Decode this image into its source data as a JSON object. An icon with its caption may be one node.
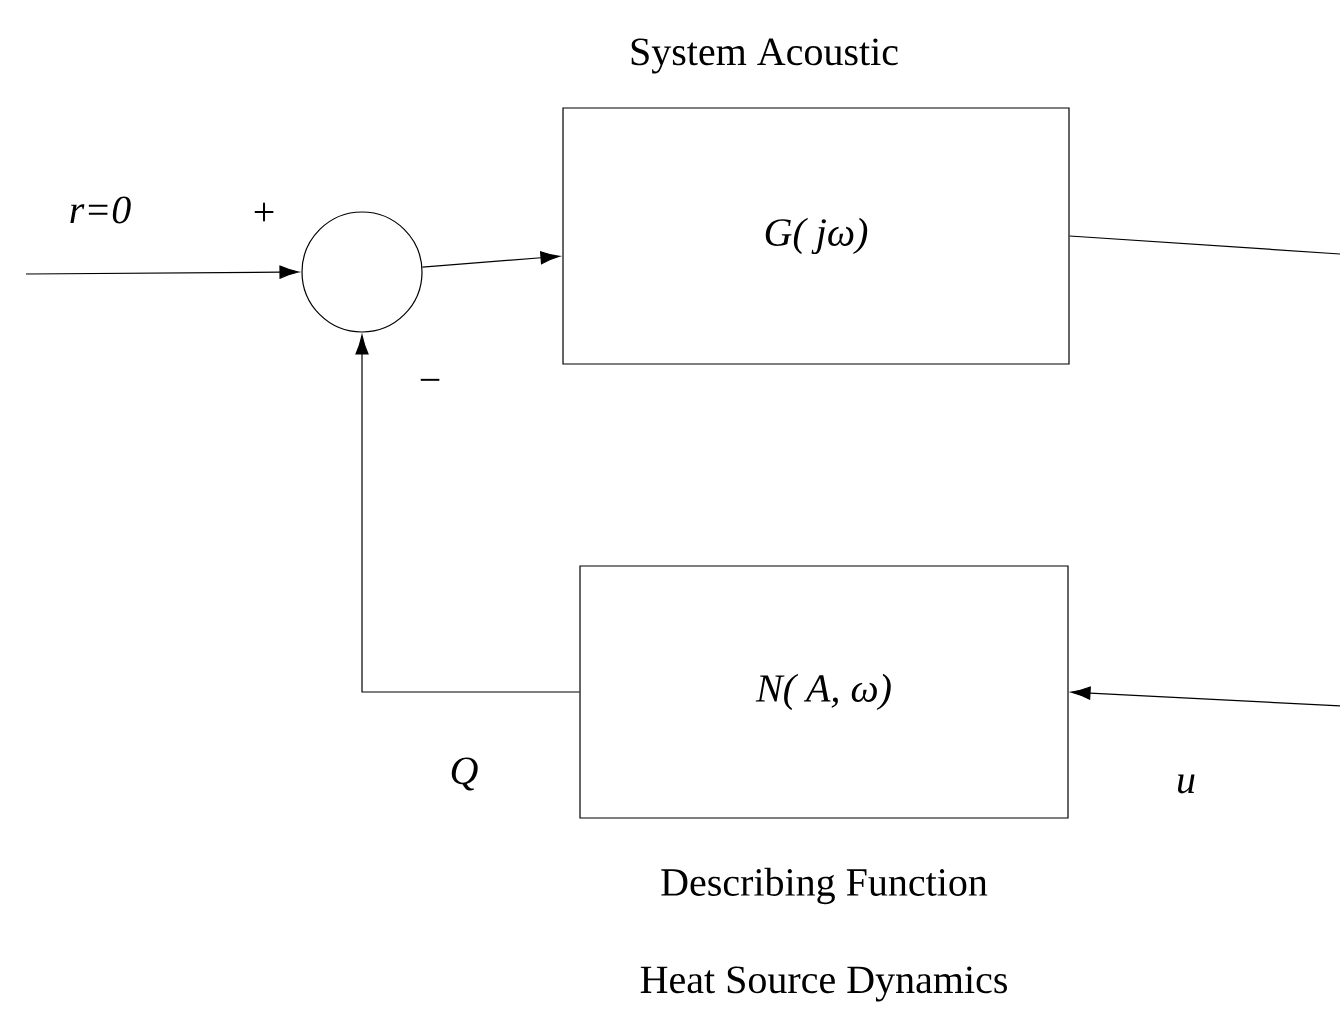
{
  "diagram": {
    "nodes": [
      {
        "text": [],
        "shape": "circle"
      },
      {
        "text": [
          "System Acoustic",
          "G( jω)"
        ]
      },
      {
        "text": [
          "N( A, ω)"
        ],
        "beside": [
          "Describing Function",
          "Heat Source Dynamics"
        ]
      }
    ],
    "edges": [
      {
        "from": null,
        "to": 0,
        "arrow": "to",
        "label": "r=0"
      },
      {
        "from": 0,
        "to": 1,
        "arrow": "to"
      },
      {
        "from": 1,
        "to": null,
        "arrow": "none"
      },
      {
        "from": null,
        "to": 2,
        "arrow": "to",
        "label": "u"
      },
      {
        "from": 2,
        "to": 0,
        "arrow": "to",
        "label": "Q"
      }
    ],
    "labels": [
      "+",
      "−"
    ]
  }
}
